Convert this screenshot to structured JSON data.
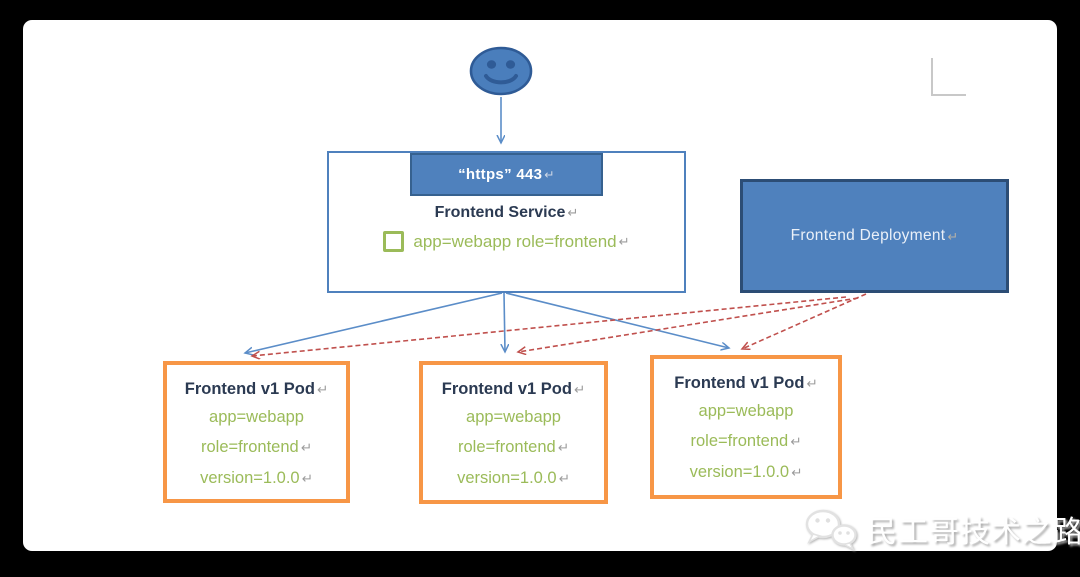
{
  "window": {
    "background_color": "#000000"
  },
  "page": {
    "corner_mark_icon": "page-corner-mark",
    "watermark": {
      "icon": "wechat-logo-icon",
      "text": "民工哥技术之路"
    }
  },
  "marks": {
    "return": "↵"
  },
  "icons": {
    "user": "smiley-face-icon",
    "selector": "green-checkbox-icon"
  },
  "diagram": {
    "service": {
      "port_label": "“https” 443",
      "title": "Frontend Service",
      "selector": "app=webapp role=frontend"
    },
    "deployment": {
      "title": "Frontend Deployment"
    },
    "pods": [
      {
        "title": "Frontend v1 Pod",
        "labels": [
          "app=webapp",
          "role=frontend",
          "version=1.0.0"
        ]
      },
      {
        "title": "Frontend v1 Pod",
        "labels": [
          "app=webapp",
          "role=frontend",
          "version=1.0.0"
        ]
      },
      {
        "title": "Frontend v1 Pod",
        "labels": [
          "app=webapp",
          "role=frontend",
          "version=1.0.0"
        ]
      }
    ]
  },
  "colors": {
    "accent_blue": "#4f81bd",
    "dark_blue_border": "#2c4d75",
    "arrow_blue": "#5b8dc8",
    "pod_orange": "#f79646",
    "label_green": "#9bbb59",
    "arrow_red": "#c0504d",
    "title_text": "#2b3a52",
    "return_mark_gray": "#9b9b9b"
  }
}
